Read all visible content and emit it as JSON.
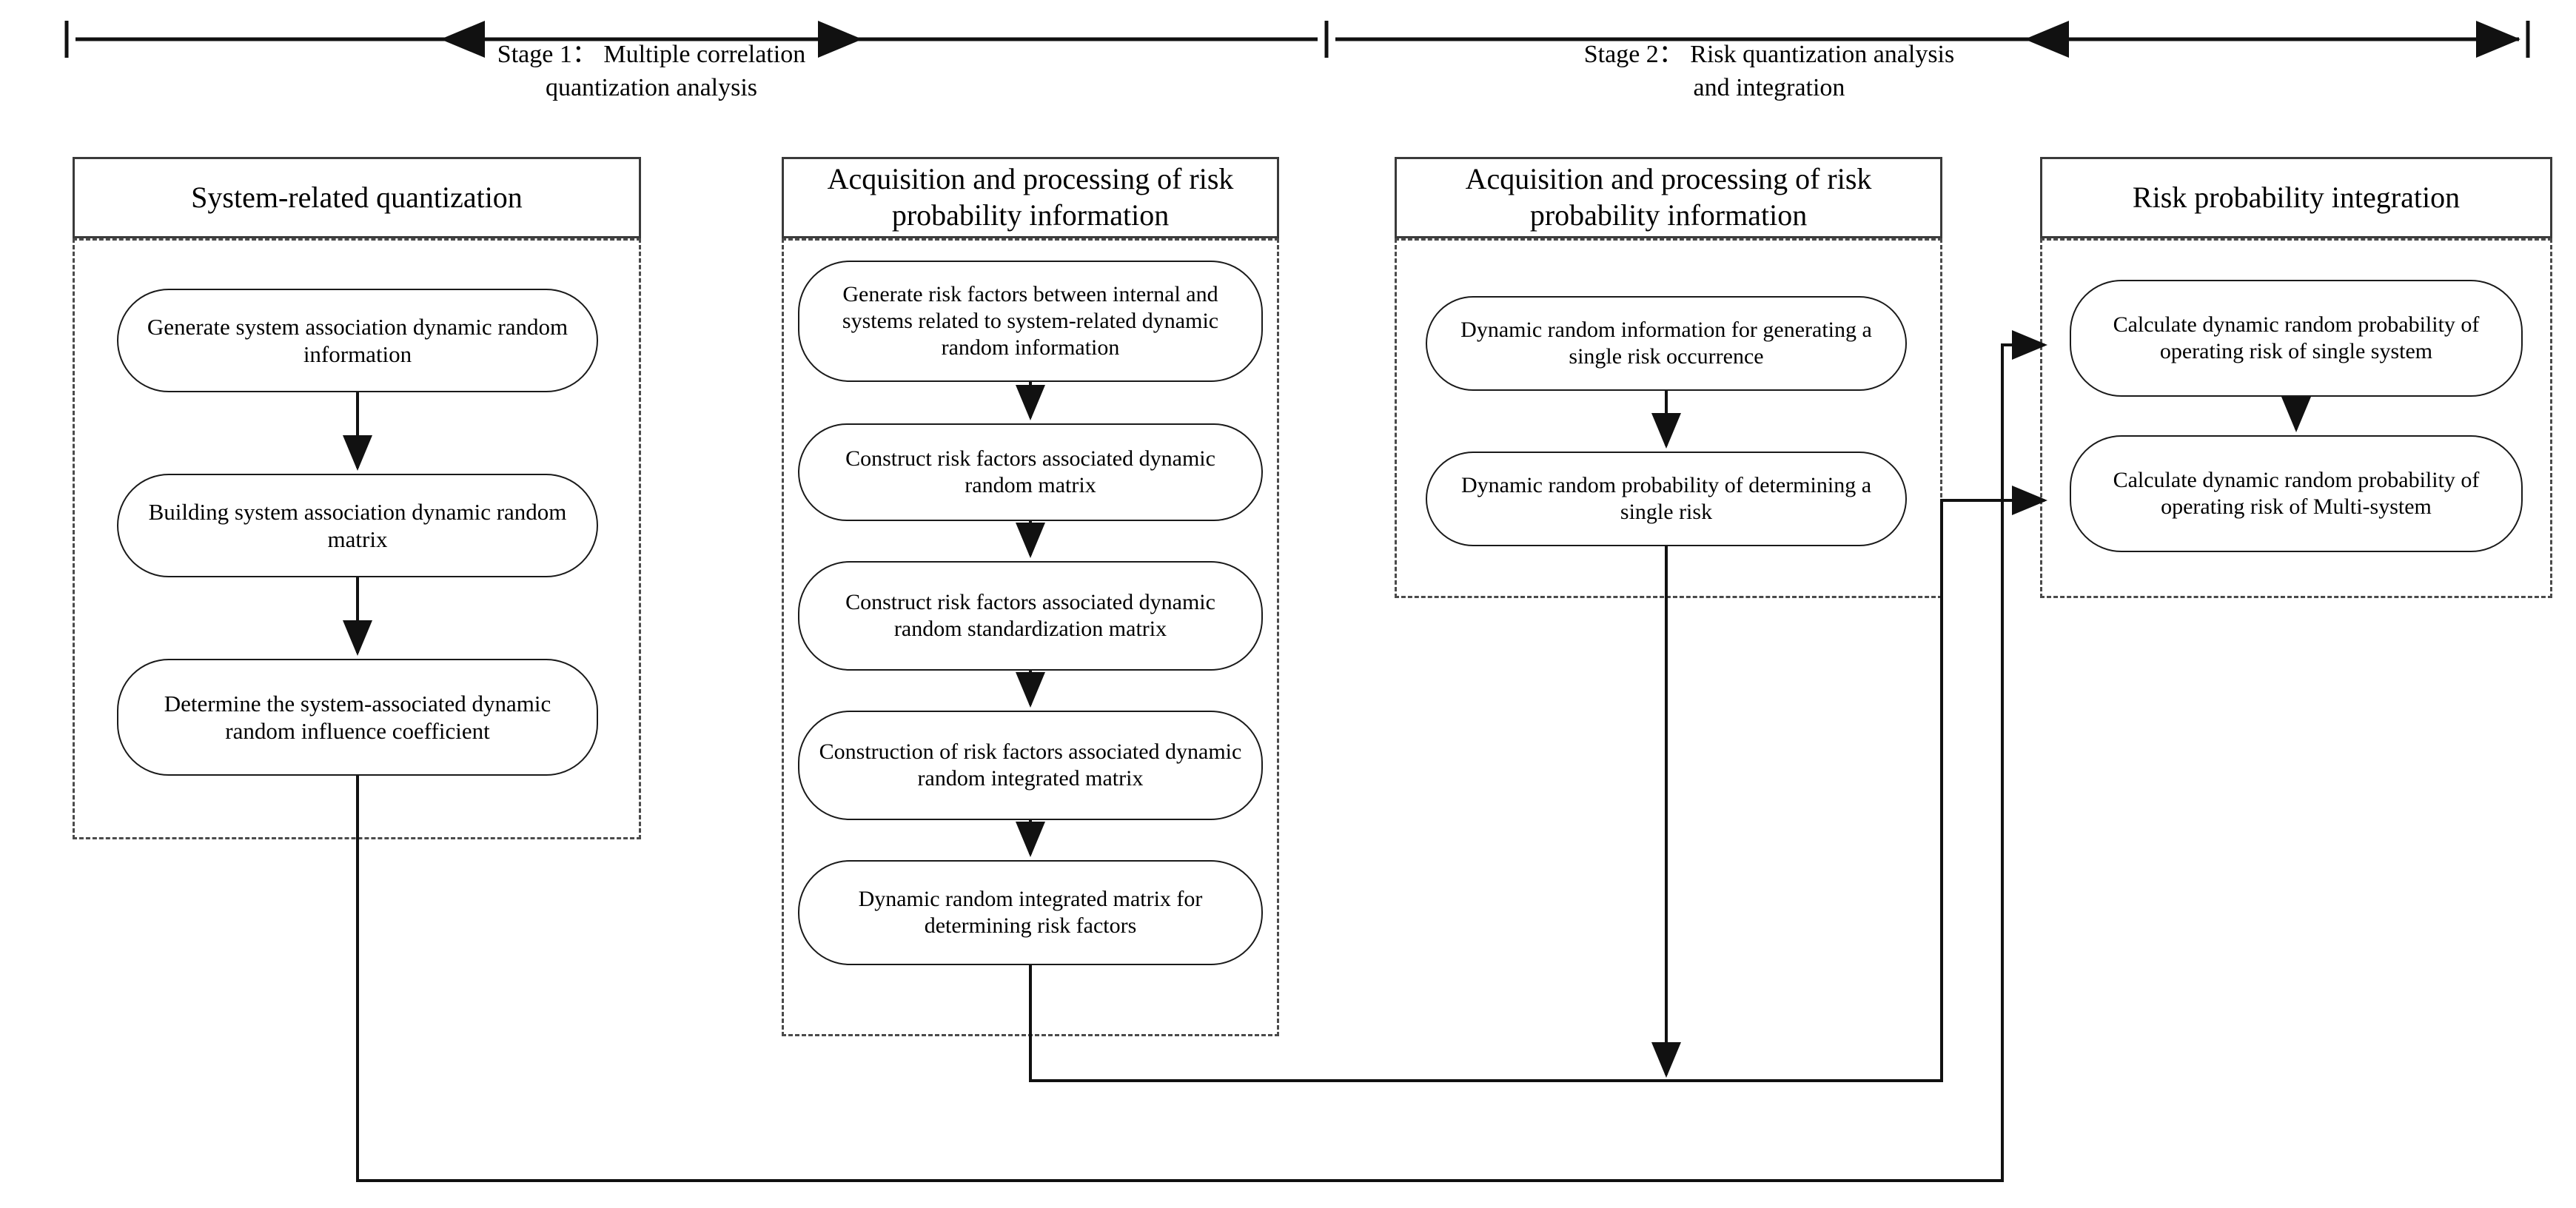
{
  "diagram": {
    "stages": [
      {
        "id": "stage1",
        "line1": "Stage 1： Multiple correlation",
        "line2": "quantization analysis"
      },
      {
        "id": "stage2",
        "line1": "Stage 2： Risk quantization analysis",
        "line2": "and integration"
      }
    ],
    "panels": [
      {
        "id": "system-related-quantization",
        "title": "System-related quantization",
        "nodes": [
          {
            "id": "n1-1",
            "label": "Generate system association dynamic random information"
          },
          {
            "id": "n1-2",
            "label": "Building system association dynamic random matrix"
          },
          {
            "id": "n1-3",
            "label": "Determine the system-associated dynamic random influence coefficient"
          }
        ]
      },
      {
        "id": "acquisition-processing-risk-probability-a",
        "title": "Acquisition and processing of risk probability information",
        "nodes": [
          {
            "id": "n2-1",
            "label": "Generate risk factors between internal and systems related to system-related dynamic random information"
          },
          {
            "id": "n2-2",
            "label": "Construct risk factors associated dynamic random matrix"
          },
          {
            "id": "n2-3",
            "label": "Construct risk factors associated dynamic random standardization matrix"
          },
          {
            "id": "n2-4",
            "label": "Construction of risk factors associated dynamic random integrated matrix"
          },
          {
            "id": "n2-5",
            "label": "Dynamic random integrated matrix for determining risk factors"
          }
        ]
      },
      {
        "id": "acquisition-processing-risk-probability-b",
        "title": "Acquisition and processing of risk probability information",
        "nodes": [
          {
            "id": "n3-1",
            "label": "Dynamic random information for generating a single risk occurrence"
          },
          {
            "id": "n3-2",
            "label": "Dynamic random probability of determining a single risk"
          }
        ]
      },
      {
        "id": "risk-probability-integration",
        "title": "Risk probability integration",
        "nodes": [
          {
            "id": "n4-1",
            "label": "Calculate dynamic random probability of operating risk of single system"
          },
          {
            "id": "n4-2",
            "label": "Calculate dynamic random probability of operating risk of Multi-system"
          }
        ]
      }
    ],
    "colors": {
      "stroke": "#1a1a1a",
      "panel_border": "#3a3a3a",
      "dashed": "#4a4a4a",
      "background": "#ffffff"
    }
  }
}
